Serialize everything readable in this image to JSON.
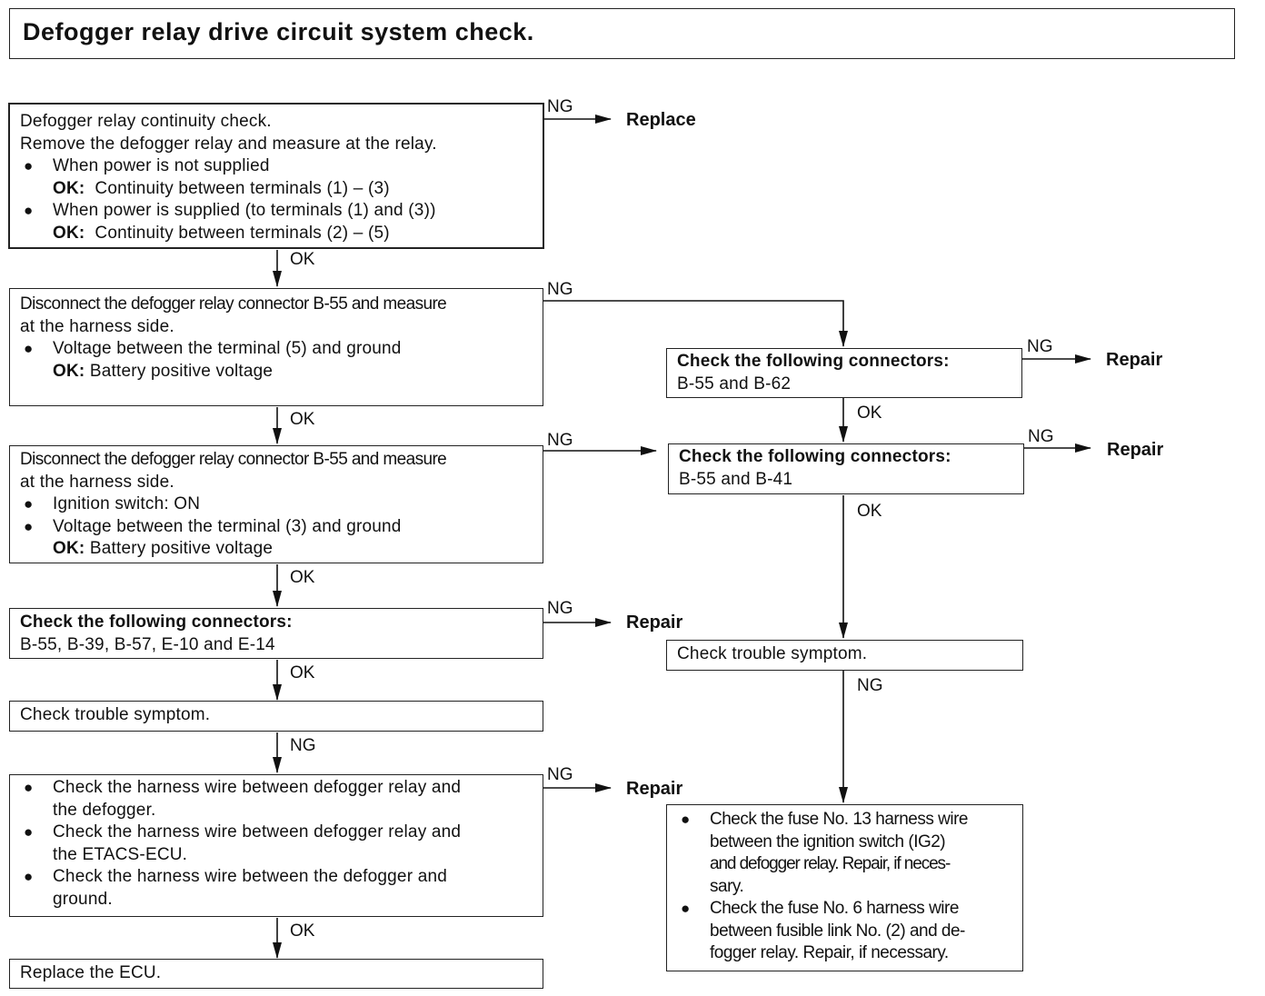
{
  "title": "Defogger relay drive circuit system check.",
  "steps": {
    "s1": {
      "line1": "Defogger relay continuity check.",
      "line2": "Remove the defogger relay and measure at the relay.",
      "b1": "When power is not supplied",
      "ok_label": "OK:",
      "ok1": "Continuity between terminals (1) – (3)",
      "b2": "When power is supplied (to terminals (1) and (3))",
      "ok2": "Continuity between terminals (2) – (5)"
    },
    "s2": {
      "line1": "Disconnect the defogger relay connector B-55 and measure",
      "line2": "at the harness side.",
      "b1": "Voltage between the terminal (5) and ground",
      "ok_label": "OK:",
      "ok": "Battery positive voltage"
    },
    "s3": {
      "line1": "Disconnect the defogger relay connector B-55 and measure",
      "line2": "at the harness side.",
      "b1": "Ignition switch: ON",
      "b2": "Voltage between the terminal (3) and ground",
      "ok_label": "OK:",
      "ok": "Battery positive voltage"
    },
    "s4": {
      "heading": "Check the following connectors:",
      "line": "B-55, B-39, B-57, E-10 and E-14"
    },
    "s5": {
      "line": "Check trouble symptom."
    },
    "s6": {
      "b1a": "Check the harness wire between defogger relay and",
      "b1b": "the defogger.",
      "b2a": "Check the harness wire between defogger relay and",
      "b2b": "the ETACS-ECU.",
      "b3a": "Check the harness wire between the defogger and",
      "b3b": "ground."
    },
    "s7": {
      "line": "Replace the ECU."
    },
    "r1": {
      "heading": "Check the following connectors:",
      "line": "B-55 and B-62"
    },
    "r2": {
      "heading": "Check the following connectors:",
      "line": "B-55 and B-41"
    },
    "r3": {
      "line": "Check trouble symptom."
    },
    "r4": {
      "b1a": "Check the fuse No. 13 harness wire",
      "b1b": "between the ignition switch (IG2)",
      "b1c": "and defogger relay. Repair, if neces-",
      "b1d": "sary.",
      "b2a": "Check the fuse No. 6 harness wire",
      "b2b": "between fusible link No. (2) and de-",
      "b2c": "fogger relay. Repair, if necessary."
    }
  },
  "labels": {
    "ok": "OK",
    "ng": "NG"
  },
  "actions": {
    "replace": "Replace",
    "repair": "Repair"
  },
  "bullet_glyph": "●"
}
